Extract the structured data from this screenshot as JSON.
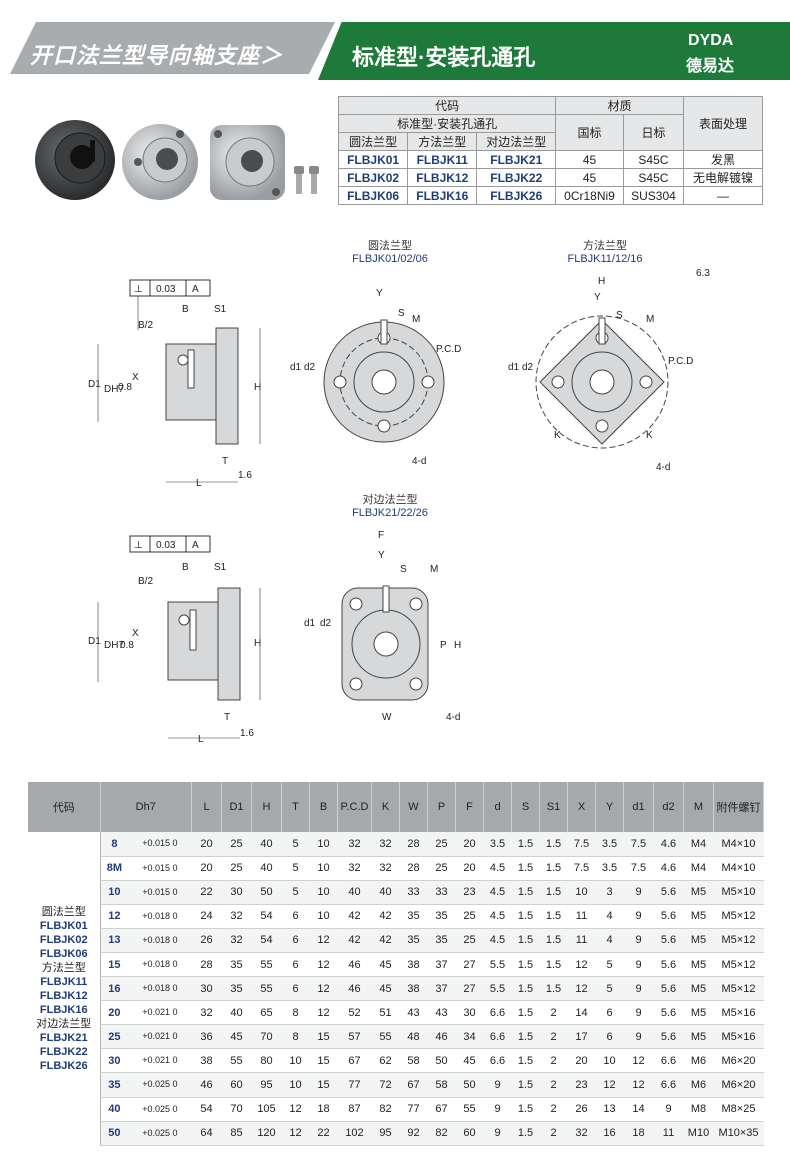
{
  "header": {
    "left_title": "开口法兰型导向轴支座＞",
    "right_title": "标准型·安装孔通孔",
    "brand_en": "DYDA",
    "brand_cn": "德易达"
  },
  "material_table": {
    "col_code": "代码",
    "col_material": "材质",
    "col_surface": "表面处理",
    "sub_code": "标准型·安装孔通孔",
    "sub_round": "圆法兰型",
    "sub_square": "方法兰型",
    "sub_side": "对边法兰型",
    "sub_gb": "国标",
    "sub_jis": "日标",
    "rows": [
      {
        "round": "FLBJK01",
        "square": "FLBJK11",
        "side": "FLBJK21",
        "gb": "45",
        "jis": "S45C",
        "surface": "发黑"
      },
      {
        "round": "FLBJK02",
        "square": "FLBJK12",
        "side": "FLBJK22",
        "gb": "45",
        "jis": "S45C",
        "surface": "无电解镀镍"
      },
      {
        "round": "FLBJK06",
        "square": "FLBJK16",
        "side": "FLBJK26",
        "gb": "0Cr18Ni9",
        "jis": "SUS304",
        "surface": "—"
      }
    ]
  },
  "drawings": {
    "round": {
      "name": "圆法兰型",
      "codes": "FLBJK01/02/06"
    },
    "square": {
      "name": "方法兰型",
      "codes": "FLBJK11/12/16"
    },
    "side": {
      "name": "对边法兰型",
      "codes": "FLBJK21/22/26"
    },
    "labels": {
      "flatness": "0.03",
      "datum": "A",
      "b2": "B/2",
      "b": "B",
      "s1": "S1",
      "x": "X",
      "d1": "D1",
      "dh7": "DH7",
      "h": "H",
      "t": "T",
      "l": "L",
      "y": "Y",
      "s": "S",
      "m": "M",
      "pcd": "P.C.D",
      "d1s": "d1",
      "d2s": "d2",
      "fourd": "4-d",
      "k": "K",
      "f": "F",
      "w": "W",
      "p": "P",
      "rough1": "0.8",
      "rough2": "1.6",
      "rough3": "6.3"
    }
  },
  "spec_table": {
    "headers": [
      "代码",
      "Dh7",
      "L",
      "D1",
      "H",
      "T",
      "B",
      "P.C.D",
      "K",
      "W",
      "P",
      "F",
      "d",
      "S",
      "S1",
      "X",
      "Y",
      "d1",
      "d2",
      "M",
      "附件螺钉"
    ],
    "group": {
      "round_name": "圆法兰型",
      "round_codes": [
        "FLBJK01",
        "FLBJK02",
        "FLBJK06"
      ],
      "square_name": "方法兰型",
      "square_codes": [
        "FLBJK11",
        "FLBJK12",
        "FLBJK16"
      ],
      "side_name": "对边法兰型",
      "side_codes": [
        "FLBJK21",
        "FLBJK22",
        "FLBJK26"
      ]
    },
    "rows": [
      {
        "d": "8",
        "tol": "+0.015 0",
        "v": [
          "20",
          "25",
          "40",
          "5",
          "10",
          "32",
          "32",
          "28",
          "25",
          "20",
          "3.5",
          "1.5",
          "1.5",
          "7.5",
          "3.5",
          "7.5",
          "4.6",
          "M4",
          "M4×10"
        ]
      },
      {
        "d": "8M",
        "tol": "+0.015 0",
        "v": [
          "20",
          "25",
          "40",
          "5",
          "10",
          "32",
          "32",
          "28",
          "25",
          "20",
          "4.5",
          "1.5",
          "1.5",
          "7.5",
          "3.5",
          "7.5",
          "4.6",
          "M4",
          "M4×10"
        ]
      },
      {
        "d": "10",
        "tol": "+0.015 0",
        "v": [
          "22",
          "30",
          "50",
          "5",
          "10",
          "40",
          "40",
          "33",
          "33",
          "23",
          "4.5",
          "1.5",
          "1.5",
          "10",
          "3",
          "9",
          "5.6",
          "M5",
          "M5×10"
        ]
      },
      {
        "d": "12",
        "tol": "+0.018 0",
        "v": [
          "24",
          "32",
          "54",
          "6",
          "10",
          "42",
          "42",
          "35",
          "35",
          "25",
          "4.5",
          "1.5",
          "1.5",
          "11",
          "4",
          "9",
          "5.6",
          "M5",
          "M5×12"
        ]
      },
      {
        "d": "13",
        "tol": "+0.018 0",
        "v": [
          "26",
          "32",
          "54",
          "6",
          "12",
          "42",
          "42",
          "35",
          "35",
          "25",
          "4.5",
          "1.5",
          "1.5",
          "11",
          "4",
          "9",
          "5.6",
          "M5",
          "M5×12"
        ]
      },
      {
        "d": "15",
        "tol": "+0.018 0",
        "v": [
          "28",
          "35",
          "55",
          "6",
          "12",
          "46",
          "45",
          "38",
          "37",
          "27",
          "5.5",
          "1.5",
          "1.5",
          "12",
          "5",
          "9",
          "5.6",
          "M5",
          "M5×12"
        ]
      },
      {
        "d": "16",
        "tol": "+0.018 0",
        "v": [
          "30",
          "35",
          "55",
          "6",
          "12",
          "46",
          "45",
          "38",
          "37",
          "27",
          "5.5",
          "1.5",
          "1.5",
          "12",
          "5",
          "9",
          "5.6",
          "M5",
          "M5×12"
        ]
      },
      {
        "d": "20",
        "tol": "+0.021 0",
        "v": [
          "32",
          "40",
          "65",
          "8",
          "12",
          "52",
          "51",
          "43",
          "43",
          "30",
          "6.6",
          "1.5",
          "2",
          "14",
          "6",
          "9",
          "5.6",
          "M5",
          "M5×16"
        ]
      },
      {
        "d": "25",
        "tol": "+0.021 0",
        "v": [
          "36",
          "45",
          "70",
          "8",
          "15",
          "57",
          "55",
          "48",
          "46",
          "34",
          "6.6",
          "1.5",
          "2",
          "17",
          "6",
          "9",
          "5.6",
          "M5",
          "M5×16"
        ]
      },
      {
        "d": "30",
        "tol": "+0.021 0",
        "v": [
          "38",
          "55",
          "80",
          "10",
          "15",
          "67",
          "62",
          "58",
          "50",
          "45",
          "6.6",
          "1.5",
          "2",
          "20",
          "10",
          "12",
          "6.6",
          "M6",
          "M6×20"
        ]
      },
      {
        "d": "35",
        "tol": "+0.025 0",
        "v": [
          "46",
          "60",
          "95",
          "10",
          "15",
          "77",
          "72",
          "67",
          "58",
          "50",
          "9",
          "1.5",
          "2",
          "23",
          "12",
          "12",
          "6.6",
          "M6",
          "M6×20"
        ]
      },
      {
        "d": "40",
        "tol": "+0.025 0",
        "v": [
          "54",
          "70",
          "105",
          "12",
          "18",
          "87",
          "82",
          "77",
          "67",
          "55",
          "9",
          "1.5",
          "2",
          "26",
          "13",
          "14",
          "9",
          "M8",
          "M8×25"
        ]
      },
      {
        "d": "50",
        "tol": "+0.025 0",
        "v": [
          "64",
          "85",
          "120",
          "12",
          "22",
          "102",
          "95",
          "92",
          "82",
          "60",
          "9",
          "1.5",
          "2",
          "32",
          "16",
          "18",
          "11",
          "M10",
          "M10×35"
        ]
      }
    ]
  }
}
